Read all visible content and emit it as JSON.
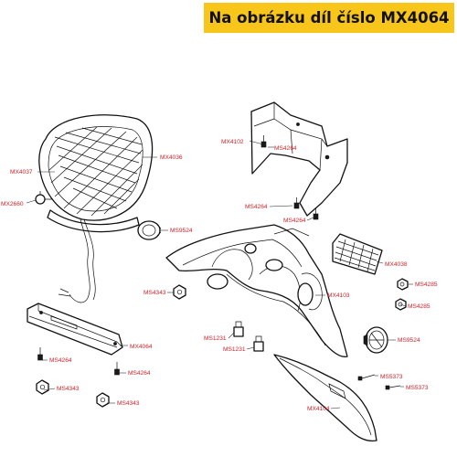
{
  "banner": {
    "text": "Na obrázku díl číslo MX4064",
    "color": "#f8c51a"
  },
  "callout_color": "#d41f27",
  "parts": [
    "MX4037",
    "MX4036",
    "MX2660",
    "MS9524",
    "MX4102",
    "MS4264",
    "MS4264",
    "MS4264",
    "MX4038",
    "MS4343",
    "MX4103",
    "MS4285",
    "MS4285",
    "MX4064",
    "MS1231",
    "MS1231",
    "MS9524",
    "MS4264",
    "MS4264",
    "MS4343",
    "MS4343",
    "MS5373",
    "MS5373",
    "MX4104"
  ]
}
